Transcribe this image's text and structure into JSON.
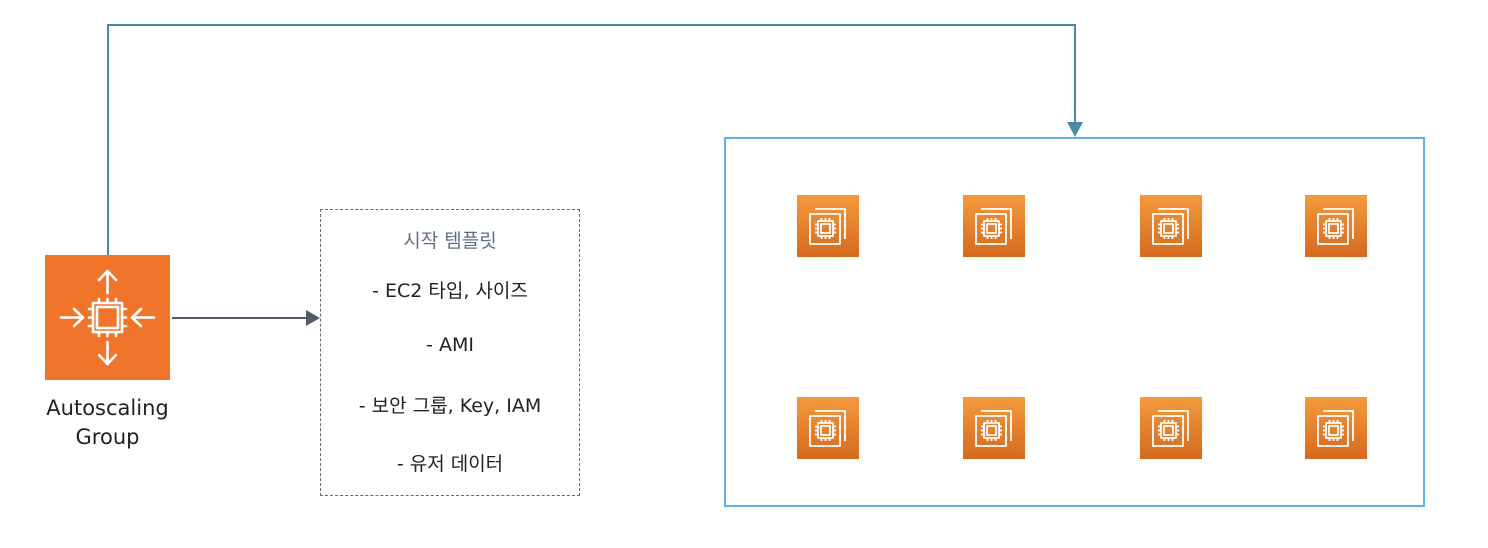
{
  "diagram": {
    "autoscaling_group": {
      "label_line1": "Autoscaling",
      "label_line2": "Group",
      "icon": "autoscaling-group-icon",
      "color": "#f0752a"
    },
    "launch_template": {
      "title": "시작 템플릿",
      "items": [
        "- EC2 타입, 사이즈",
        "- AMI",
        "- 보안 그룹, Key, IAM",
        "- 유저 데이터"
      ]
    },
    "fleet": {
      "instance_icon": "ec2-instance-icon",
      "instance_count": 8,
      "instance_color": "#e07b29",
      "border_color": "#63b0e8"
    },
    "connectors": {
      "asg_to_template_color": "#545b6c",
      "asg_to_fleet_color": "#4a89a0"
    }
  }
}
